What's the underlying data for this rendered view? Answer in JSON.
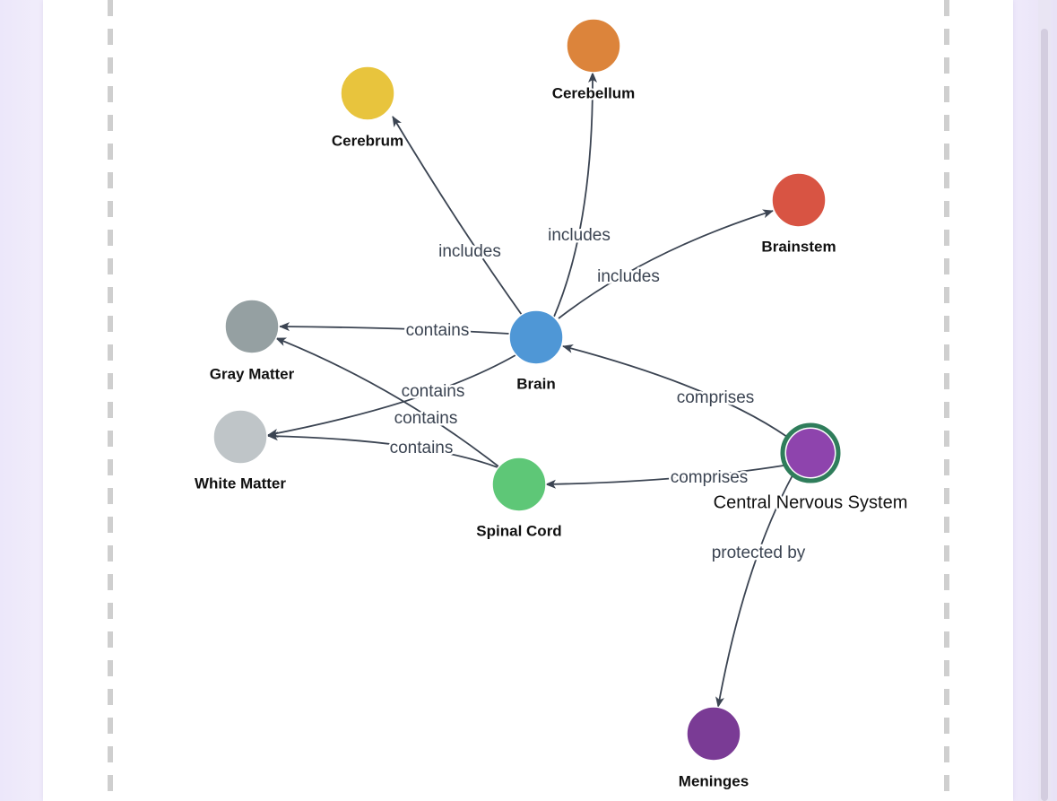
{
  "graph": {
    "nodes": [
      {
        "id": "cns",
        "label": "Central Nervous System",
        "color": "#8e44ad",
        "ring": "#2f7d5b",
        "root": true
      },
      {
        "id": "brain",
        "label": "Brain",
        "color": "#4f97d6"
      },
      {
        "id": "spinal",
        "label": "Spinal Cord",
        "color": "#5ec777"
      },
      {
        "id": "meninges",
        "label": "Meninges",
        "color": "#7a3b95"
      },
      {
        "id": "cerebrum",
        "label": "Cerebrum",
        "color": "#e8c43d"
      },
      {
        "id": "cerebellum",
        "label": "Cerebellum",
        "color": "#dc843b"
      },
      {
        "id": "brainstem",
        "label": "Brainstem",
        "color": "#d85443"
      },
      {
        "id": "gray",
        "label": "Gray Matter",
        "color": "#95a0a2"
      },
      {
        "id": "white",
        "label": "White Matter",
        "color": "#bfc5c8"
      }
    ],
    "edges": [
      {
        "id": "cns-brain",
        "from": "cns",
        "to": "brain",
        "label": "comprises"
      },
      {
        "id": "cns-spinal",
        "from": "cns",
        "to": "spinal",
        "label": "comprises"
      },
      {
        "id": "cns-meninges",
        "from": "cns",
        "to": "meninges",
        "label": "protected by"
      },
      {
        "id": "brain-cerebrum",
        "from": "brain",
        "to": "cerebrum",
        "label": "includes"
      },
      {
        "id": "brain-cerebellum",
        "from": "brain",
        "to": "cerebellum",
        "label": "includes"
      },
      {
        "id": "brain-brainstem",
        "from": "brain",
        "to": "brainstem",
        "label": "includes"
      },
      {
        "id": "brain-gray",
        "from": "brain",
        "to": "gray",
        "label": "contains"
      },
      {
        "id": "brain-white",
        "from": "brain",
        "to": "white",
        "label": "contains"
      },
      {
        "id": "spinal-gray",
        "from": "spinal",
        "to": "gray",
        "label": "contains"
      },
      {
        "id": "spinal-white",
        "from": "spinal",
        "to": "white",
        "label": "contains"
      }
    ]
  }
}
